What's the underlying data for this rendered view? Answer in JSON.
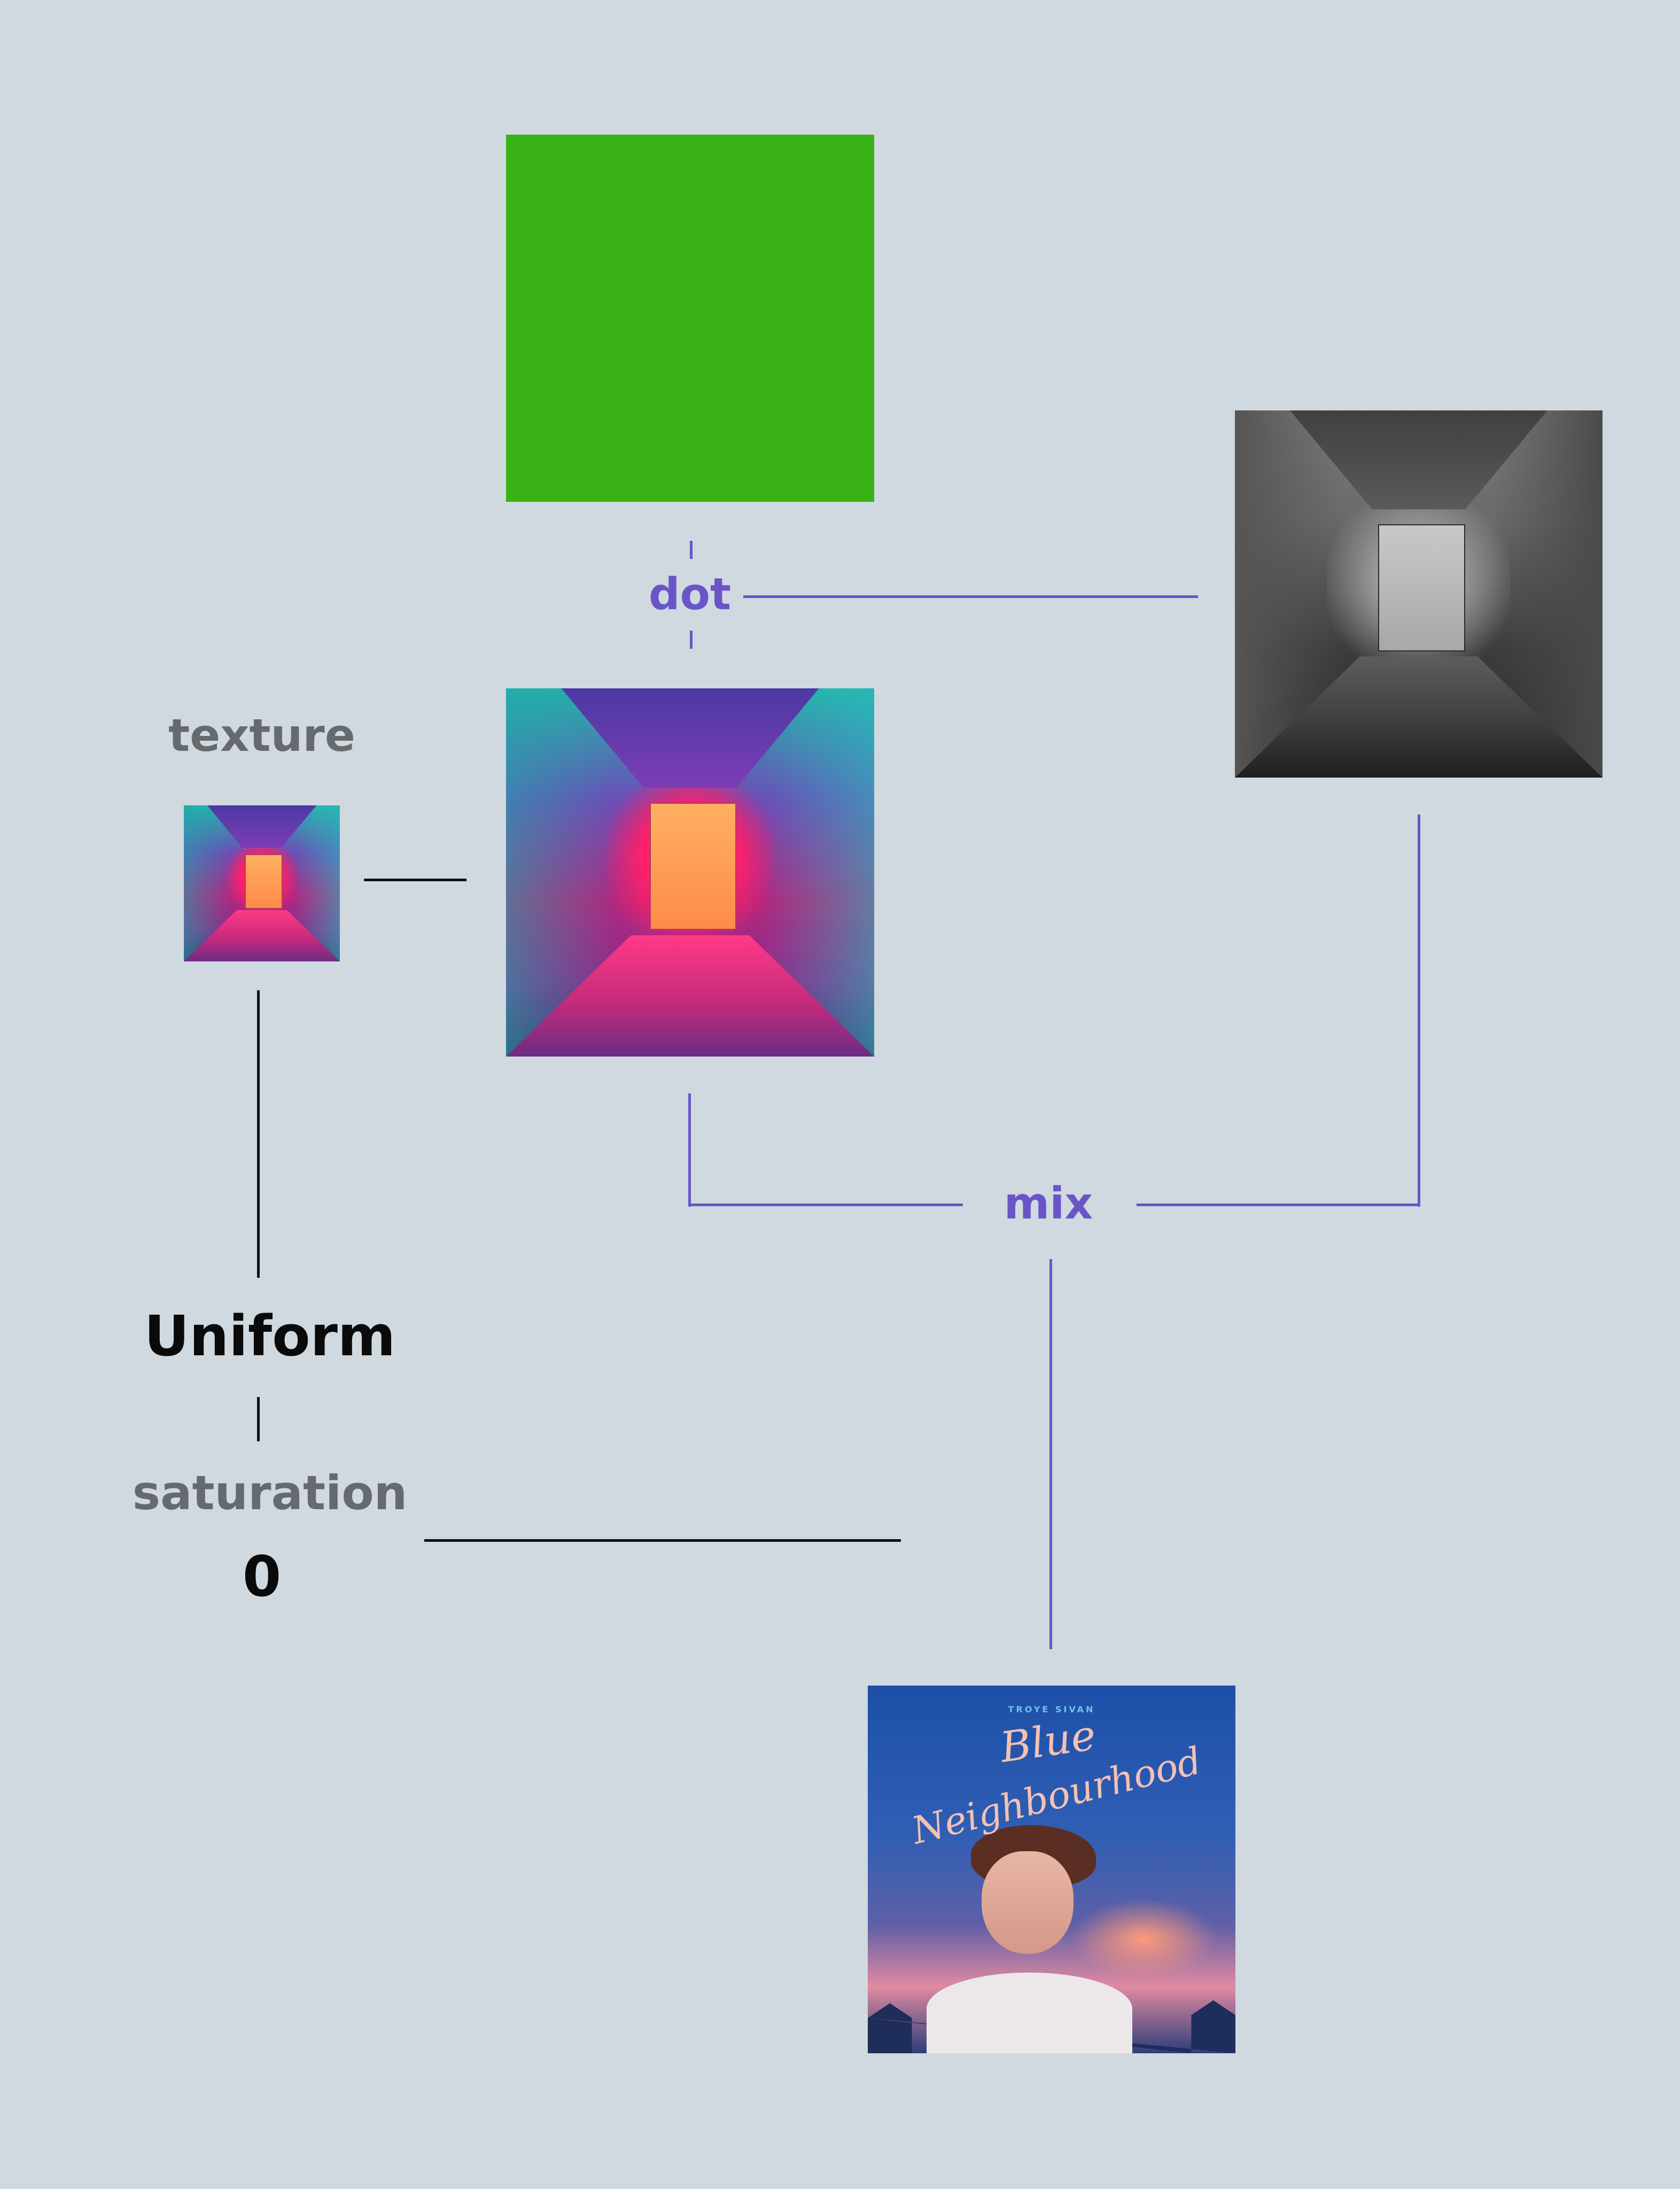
{
  "nodes": {
    "dot": "dot",
    "mix": "mix",
    "texture": "texture",
    "uniform": "Uniform",
    "saturation_label": "saturation",
    "saturation_value": "0"
  },
  "album": {
    "artist": "TROYE SIVAN",
    "title_line1": "Blue",
    "title_line2": "Neighbourhood"
  },
  "colors": {
    "background": "#d0d9df",
    "operation_accent": "#6a55c8",
    "uniform_color": "#39b215",
    "connector_black": "#111111"
  }
}
